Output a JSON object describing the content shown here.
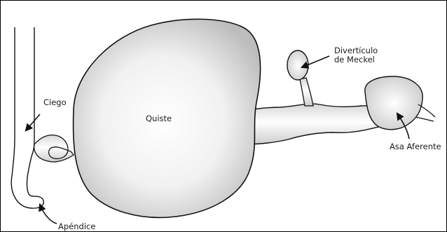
{
  "labels": {
    "ciego": "Ciego",
    "apendice": "Apéndice",
    "quiste": "Quiste",
    "meckel_line1": "Divertículo",
    "meckel_line2": "de Meckel",
    "asa": "Asa Aferente"
  },
  "colors": {
    "outline": "#111111",
    "fill_light": "#f7f7f7",
    "fill_dark": "#cfcfcf"
  }
}
